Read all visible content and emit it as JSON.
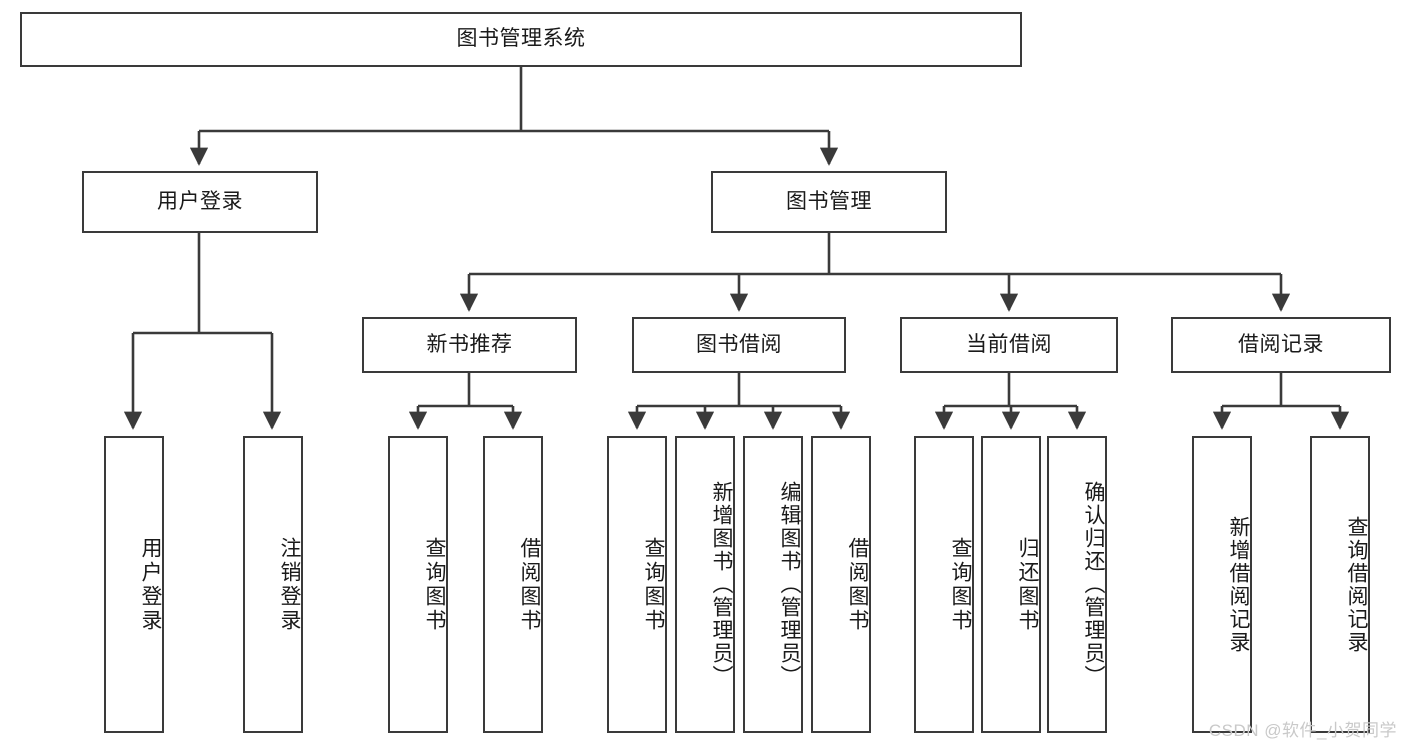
{
  "diagram": {
    "title": "图书管理系统",
    "type": "tree-hierarchy-chart",
    "stroke_color": "#3a3a3a",
    "fill_color": "#ffffff",
    "text_color": "#1a1a1a"
  },
  "nodes": {
    "root": {
      "label": "图书管理系统"
    },
    "level2": [
      {
        "label": "用户登录"
      },
      {
        "label": "图书管理"
      }
    ],
    "level3": [
      {
        "label": "新书推荐"
      },
      {
        "label": "图书借阅"
      },
      {
        "label": "当前借阅"
      },
      {
        "label": "借阅记录"
      }
    ],
    "leaves_user_login": [
      {
        "label": "用户登录"
      },
      {
        "label": "注销登录"
      }
    ],
    "leaves_new_book": [
      {
        "label": "查询图书"
      },
      {
        "label": "借阅图书"
      }
    ],
    "leaves_borrow": [
      {
        "label": "查询图书"
      },
      {
        "label": "新增图书（管理员）"
      },
      {
        "label": "编辑图书（管理员）"
      },
      {
        "label": "借阅图书"
      }
    ],
    "leaves_current": [
      {
        "label": "查询图书"
      },
      {
        "label": "归还图书"
      },
      {
        "label": "确认归还（管理员）"
      }
    ],
    "leaves_records": [
      {
        "label": "新增借阅记录"
      },
      {
        "label": "查询借阅记录"
      }
    ]
  },
  "watermark": {
    "text": "CSDN @软件_小贺同学"
  }
}
